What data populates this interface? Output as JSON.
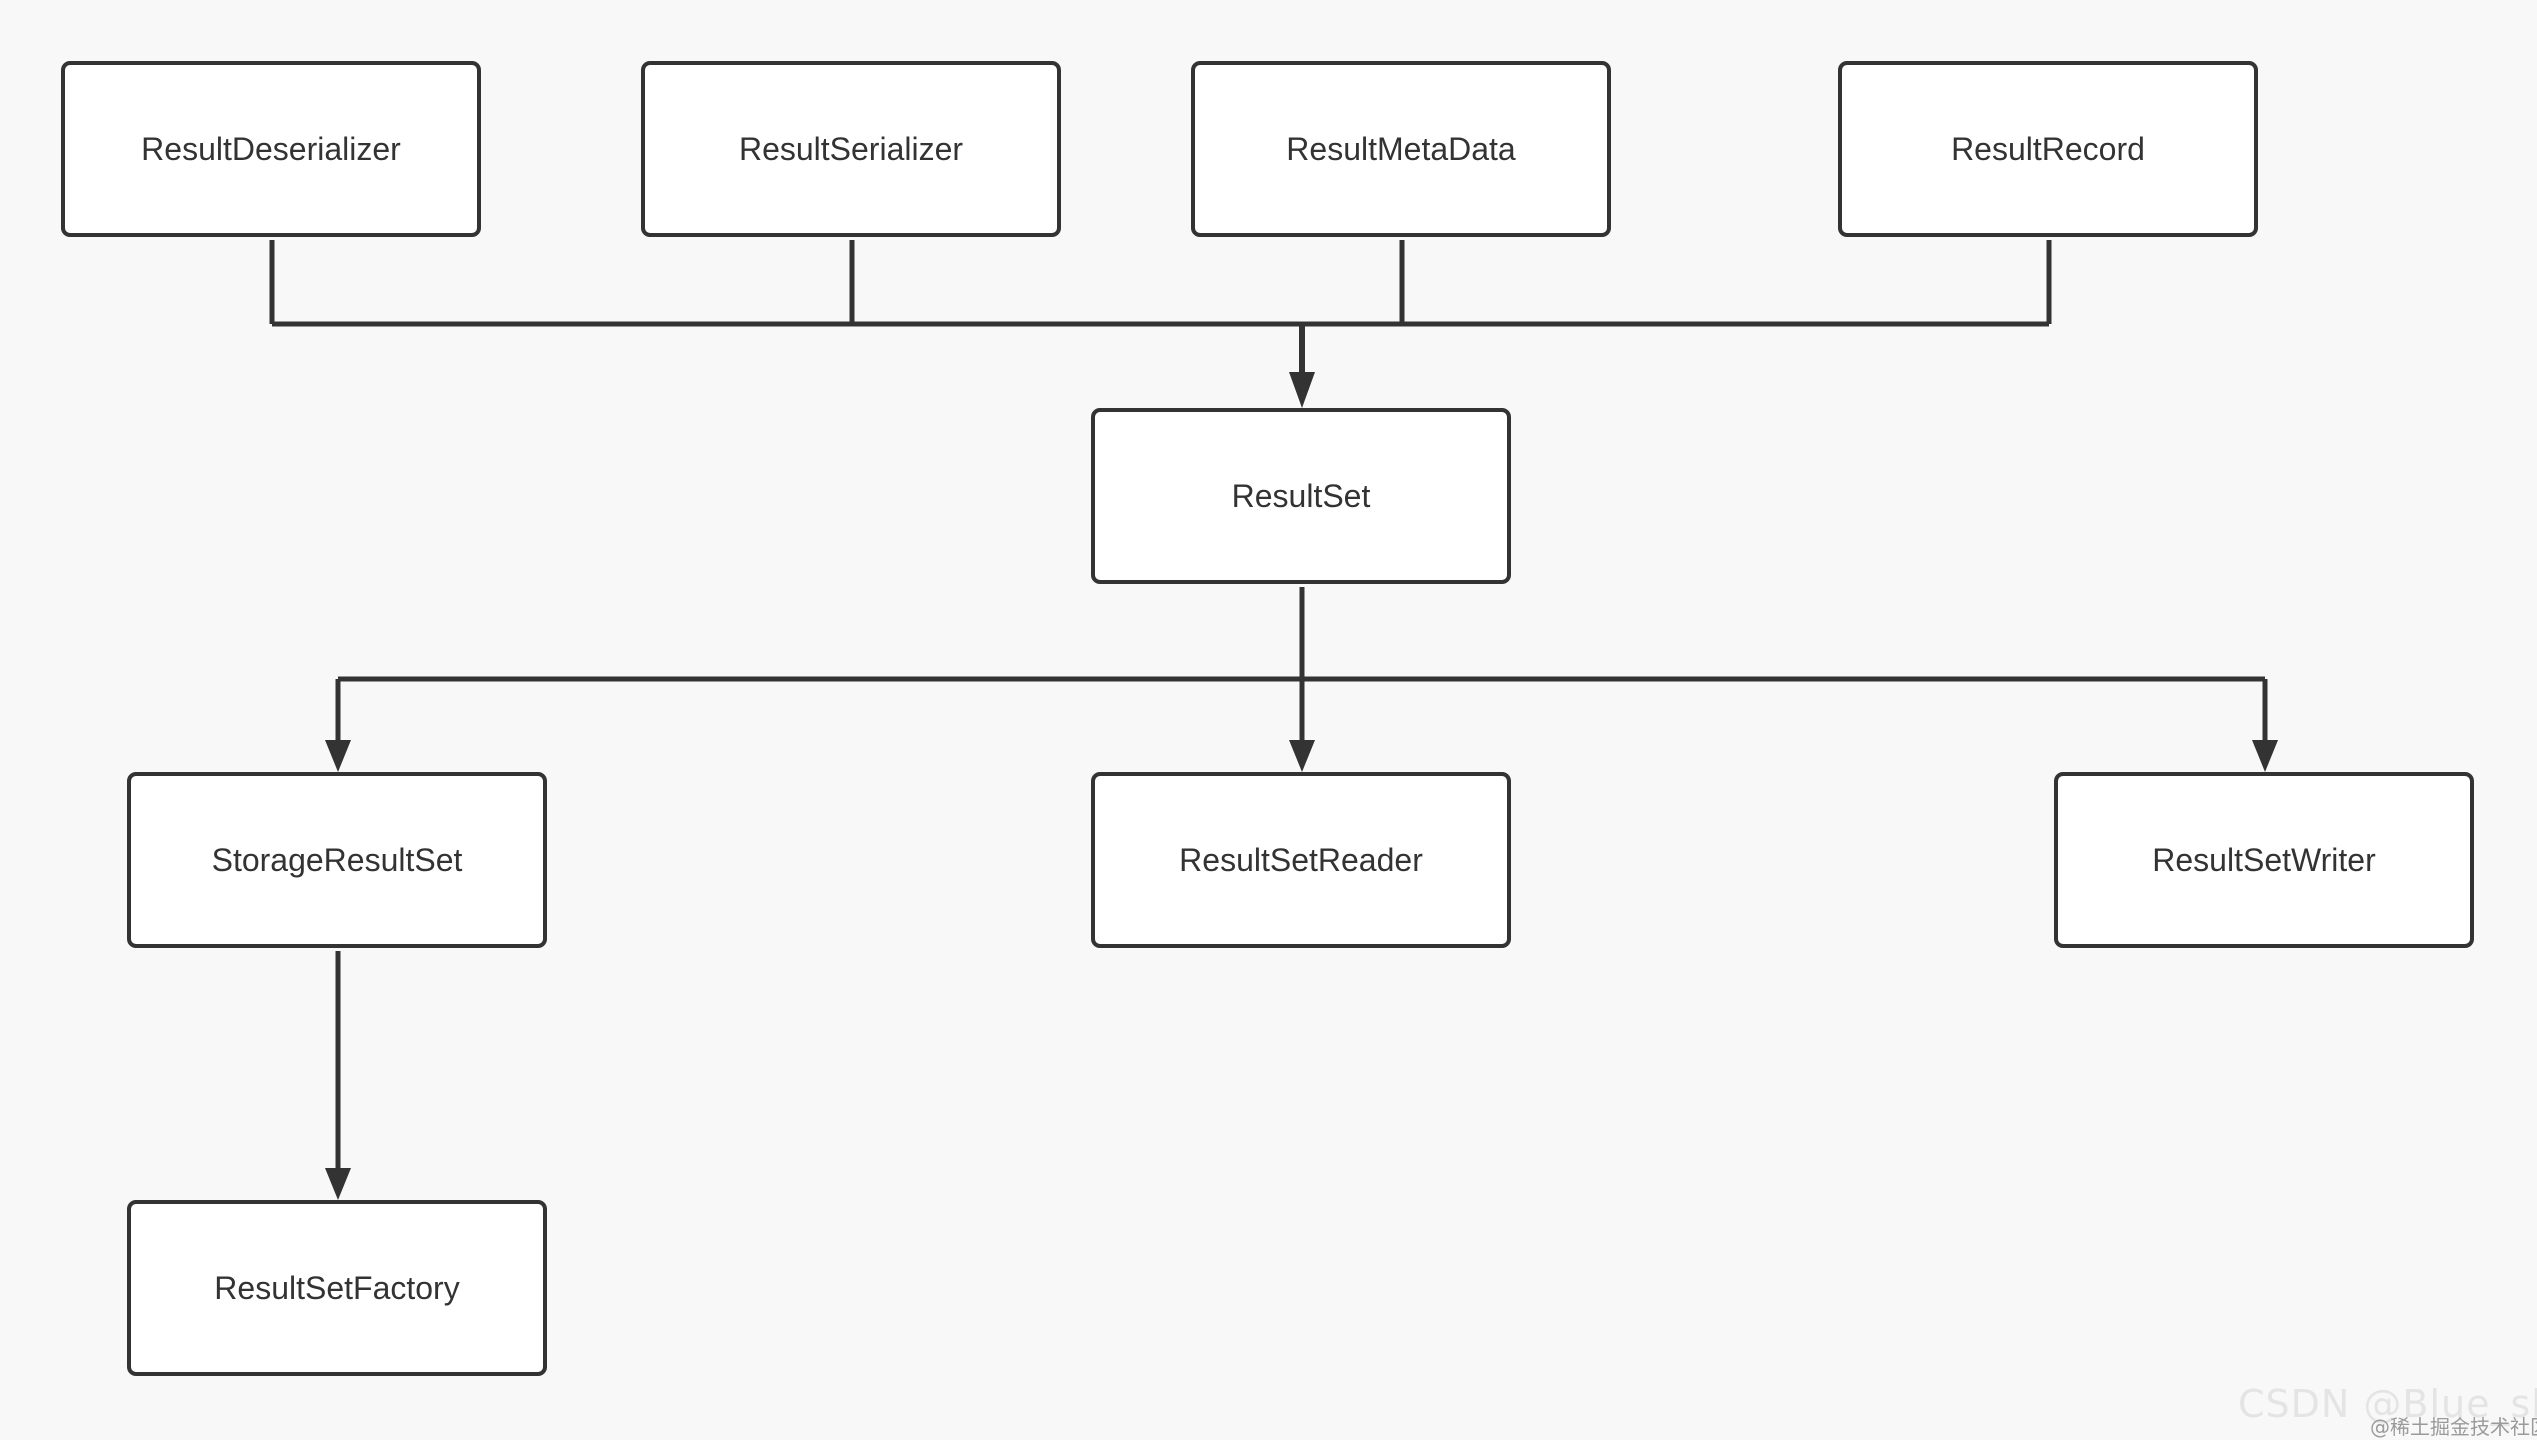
{
  "nodes": {
    "result_deserializer": "ResultDeserializer",
    "result_serializer": "ResultSerializer",
    "result_metadata": "ResultMetaData",
    "result_record": "ResultRecord",
    "result_set": "ResultSet",
    "storage_result_set": "StorageResultSet",
    "result_set_reader": "ResultSetReader",
    "result_set_writer": "ResultSetWriter",
    "result_set_factory": "ResultSetFactory"
  },
  "edges": [
    {
      "from": "ResultDeserializer",
      "to": "ResultSet"
    },
    {
      "from": "ResultSerializer",
      "to": "ResultSet"
    },
    {
      "from": "ResultMetaData",
      "to": "ResultSet"
    },
    {
      "from": "ResultRecord",
      "to": "ResultSet"
    },
    {
      "from": "ResultSet",
      "to": "StorageResultSet"
    },
    {
      "from": "ResultSet",
      "to": "ResultSetReader"
    },
    {
      "from": "ResultSet",
      "to": "ResultSetWriter"
    },
    {
      "from": "StorageResultSet",
      "to": "ResultSetFactory"
    }
  ],
  "watermarks": {
    "csdn": "CSDN @Blue_sky",
    "juejin": "@稀土掘金技术社区"
  },
  "colors": {
    "background": "#f8f8f8",
    "node_fill": "#ffffff",
    "stroke": "#333333",
    "text": "#333333"
  }
}
